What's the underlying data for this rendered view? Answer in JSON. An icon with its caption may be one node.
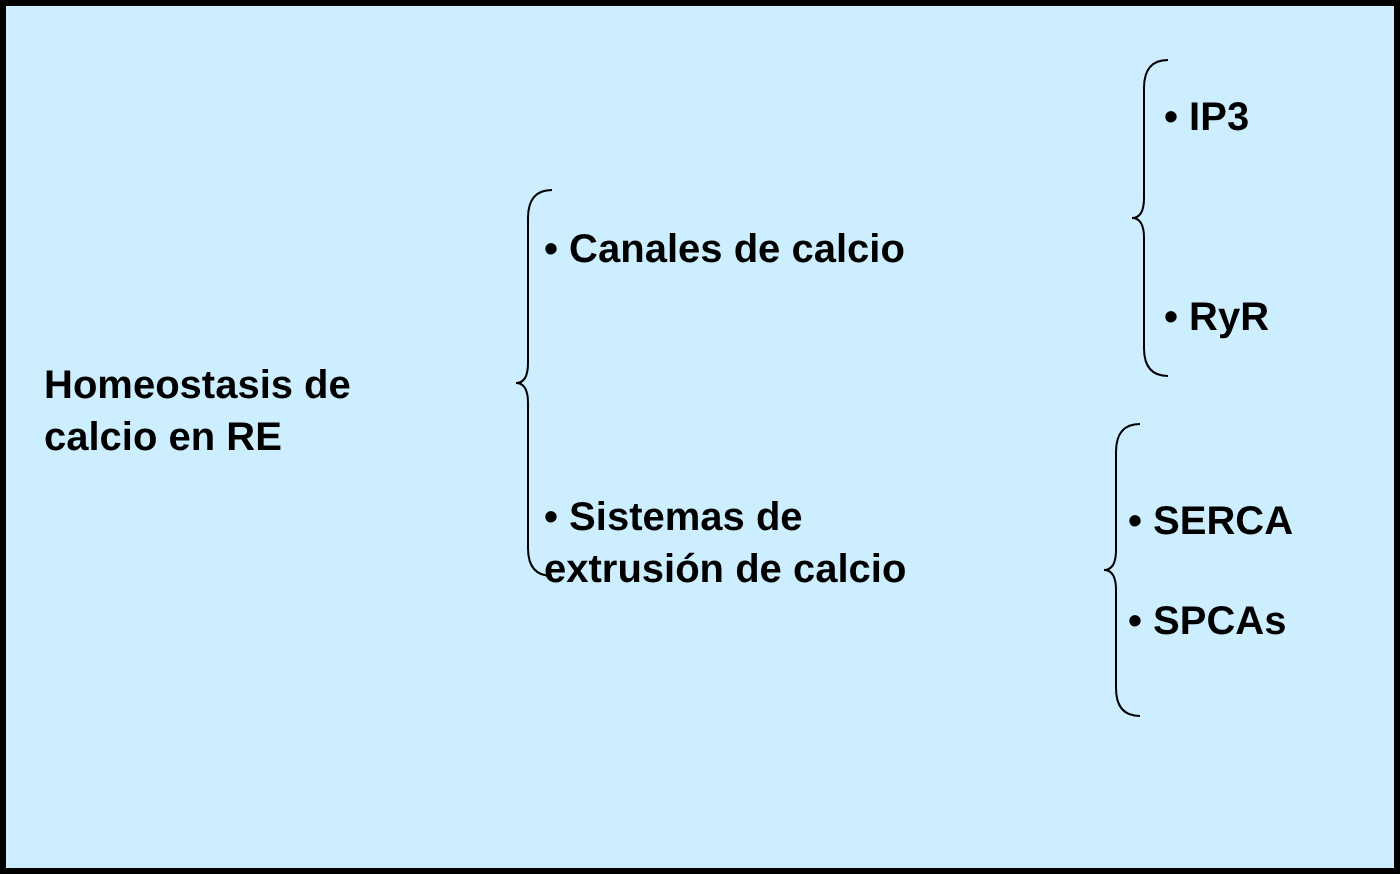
{
  "diagram": {
    "labels": [
      "Homeostasis de calcio en RE",
      "• Canales de calcio",
      "• IP3",
      "• RyR",
      "• Sistemas de extrusión de calcio",
      "• SERCA",
      "• SPCAs"
    ]
  }
}
